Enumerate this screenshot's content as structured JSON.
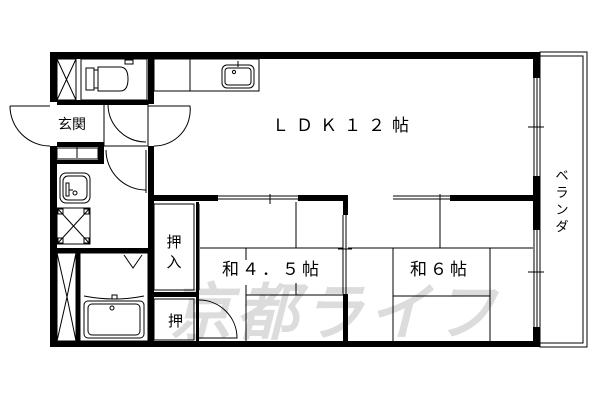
{
  "floor_plan": {
    "rooms": [
      {
        "id": "ldk",
        "label": "ＬＤＫ１２帖"
      },
      {
        "id": "wa45",
        "label": "和４．５帖"
      },
      {
        "id": "wa6",
        "label": "和６帖"
      },
      {
        "id": "genkan",
        "label": "玄関"
      },
      {
        "id": "oshiire",
        "label": "押入"
      },
      {
        "id": "oshi",
        "label": "押"
      },
      {
        "id": "veranda",
        "label": "ベランダ"
      }
    ],
    "fixtures": [
      "toilet-icon",
      "kitchen-sink-icon",
      "washbasin-icon",
      "washing-machine-pan-icon",
      "bathtub-icon",
      "shoe-cabinet-icon"
    ],
    "watermark": "京都ライフ",
    "colors": {
      "wall": "#000000",
      "background": "#ffffff",
      "watermark": "#d6d6d6"
    }
  }
}
